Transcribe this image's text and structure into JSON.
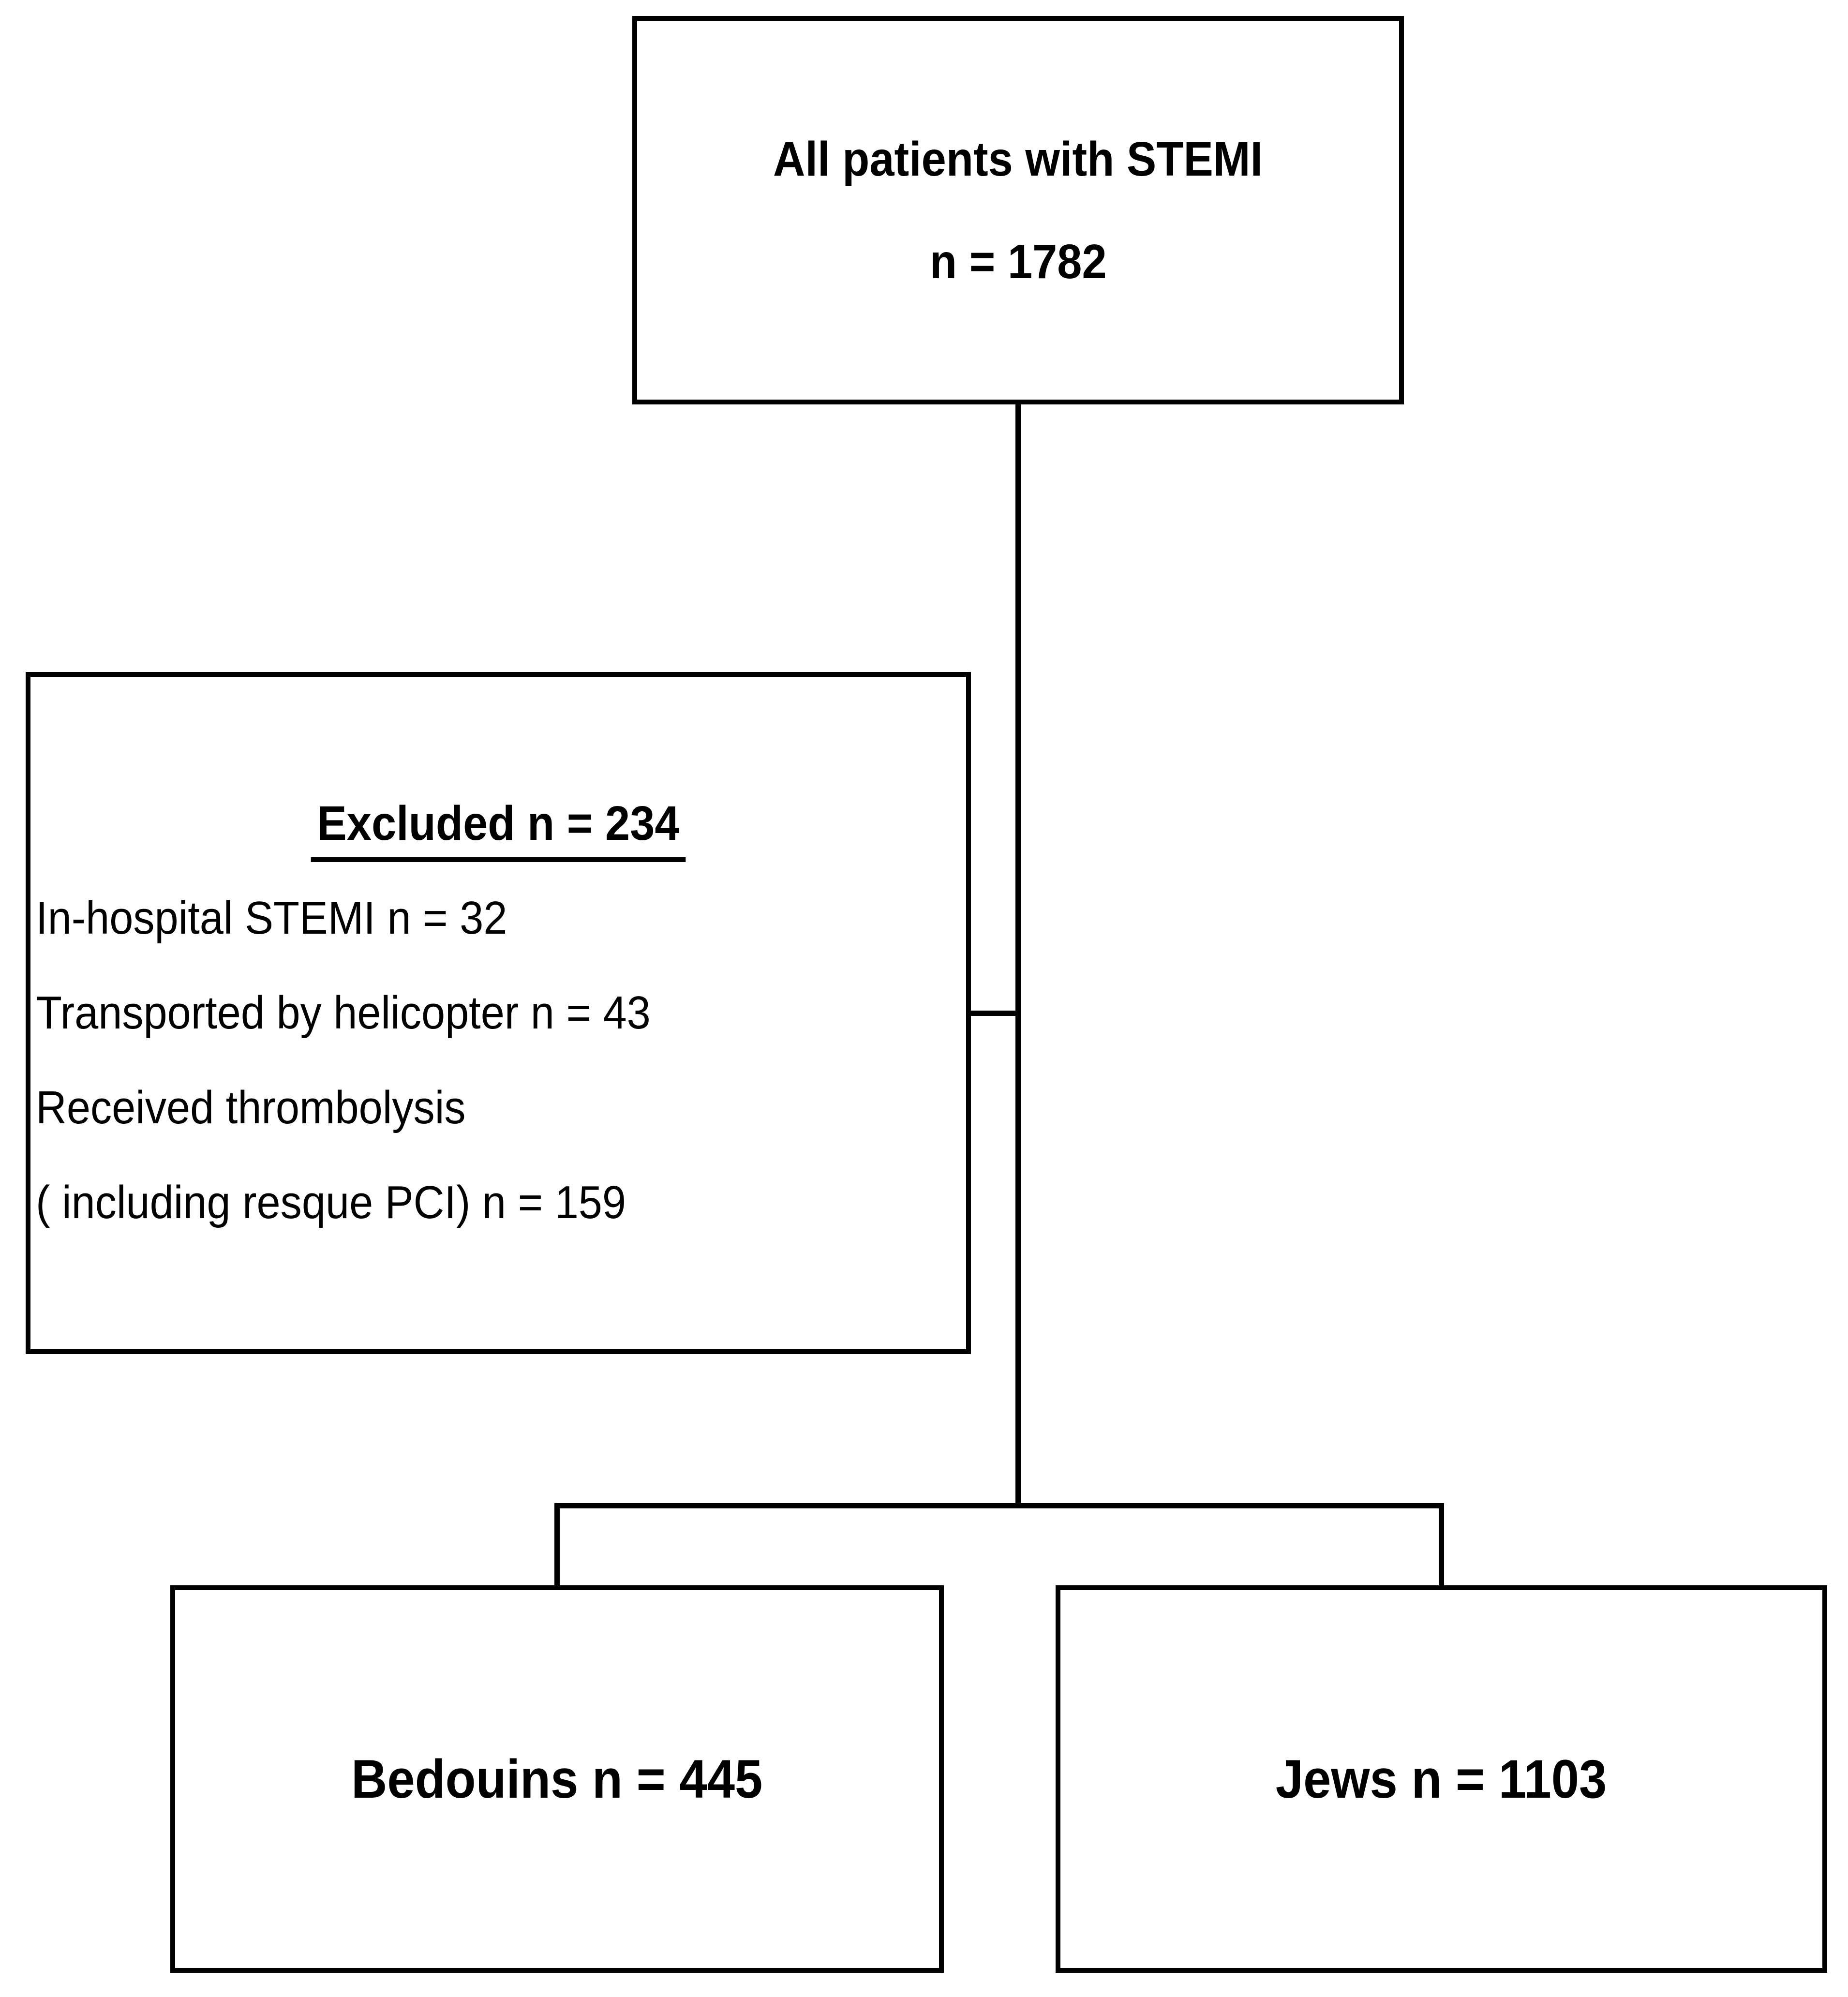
{
  "diagram": {
    "background_color": "#ffffff",
    "line_color": "#000000",
    "text_color": "#000000",
    "nodes": {
      "all_patients": {
        "line1": "All patients with STEMI",
        "line2": "n = 1782"
      },
      "excluded": {
        "header": "Excluded n = 234",
        "lines": [
          "In-hospital STEMI n = 32",
          "Transported by helicopter n = 43",
          "Received thrombolysis",
          "( including resque PCI) n = 159"
        ]
      },
      "bedouins": {
        "label": "Bedouins n = 445"
      },
      "jews": {
        "label": "Jews n = 1103"
      }
    }
  }
}
